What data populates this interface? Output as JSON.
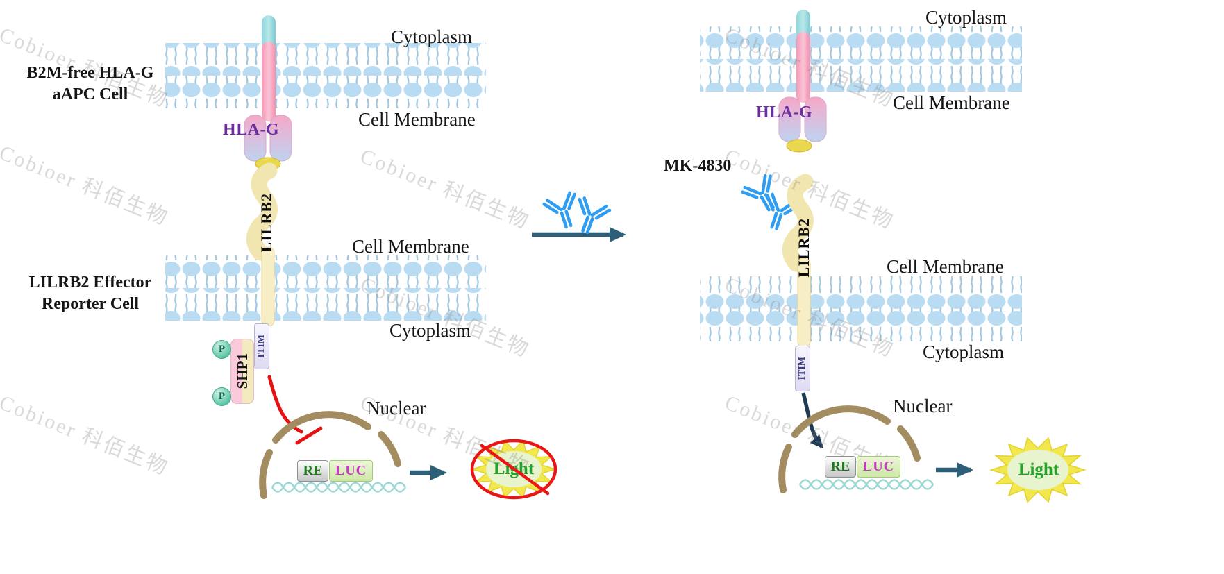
{
  "watermark": {
    "text": "Cobioer 科佰生物"
  },
  "left": {
    "cell1_line1": "B2M-free HLA-G",
    "cell1_line2": "aAPC Cell",
    "cytoplasm_top": "Cytoplasm",
    "membrane_top": "Cell Membrane",
    "hla_g": "HLA-G",
    "lilrb2": "LILRB2",
    "membrane_mid": "Cell Membrane",
    "cell2_line1": "LILRB2 Effector",
    "cell2_line2": "Reporter Cell",
    "cytoplasm_bottom": "Cytoplasm",
    "itim": "ITIM",
    "shp1": "SHP1",
    "p1": "P",
    "p2": "P",
    "nuclear": "Nuclear",
    "re": "RE",
    "luc": "LUC",
    "light": "Light"
  },
  "right": {
    "cytoplasm_top": "Cytoplasm",
    "membrane_top": "Cell Membrane",
    "hla_g": "HLA-G",
    "mk4830": "MK-4830",
    "lilrb2": "LILRB2",
    "membrane_mid": "Cell Membrane",
    "cytoplasm_bottom": "Cytoplasm",
    "itim": "ITIM",
    "nuclear": "Nuclear",
    "re": "RE",
    "luc": "LUC",
    "light": "Light"
  },
  "colors": {
    "hla_g_text": "#6b2fa0",
    "light_text": "#22a32c",
    "re_text": "#1e7b1e",
    "luc_text": "#c438c4",
    "antibody_blue": "#2e9df2",
    "inhibit_red": "#e51212",
    "arrow_teal": "#2e5f78",
    "membrane_blue": "#b9dcf2",
    "nuclear_tan": "#a38c5f"
  }
}
